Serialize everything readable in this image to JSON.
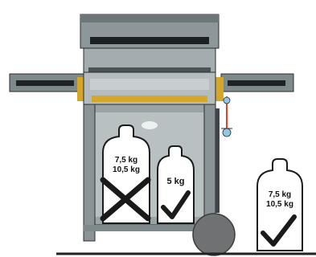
{
  "colors": {
    "grill_body": "#9aa4a6",
    "grill_dark": "#5c6467",
    "lid_top": "#7e898b",
    "brass": "#d4a62a",
    "wheel": "#6f7172",
    "outline": "#2c2c2c",
    "hose": "#e0432e",
    "regulator": "#8fc8e6",
    "ground": "#222222",
    "bottle_fill": "#ffffff"
  },
  "bottles": [
    {
      "name": "bottle-inside-large",
      "weight_line1": "7,5 kg",
      "weight_line2": "10,5 kg",
      "status": "not-allowed",
      "status_icon": "cross-icon"
    },
    {
      "name": "bottle-inside-small",
      "weight_line1": "5 kg",
      "status": "allowed",
      "status_icon": "check-icon"
    },
    {
      "name": "bottle-outside-large",
      "weight_line1": "7,5 kg",
      "weight_line2": "10,5 kg",
      "status": "allowed",
      "status_icon": "check-icon"
    }
  ]
}
